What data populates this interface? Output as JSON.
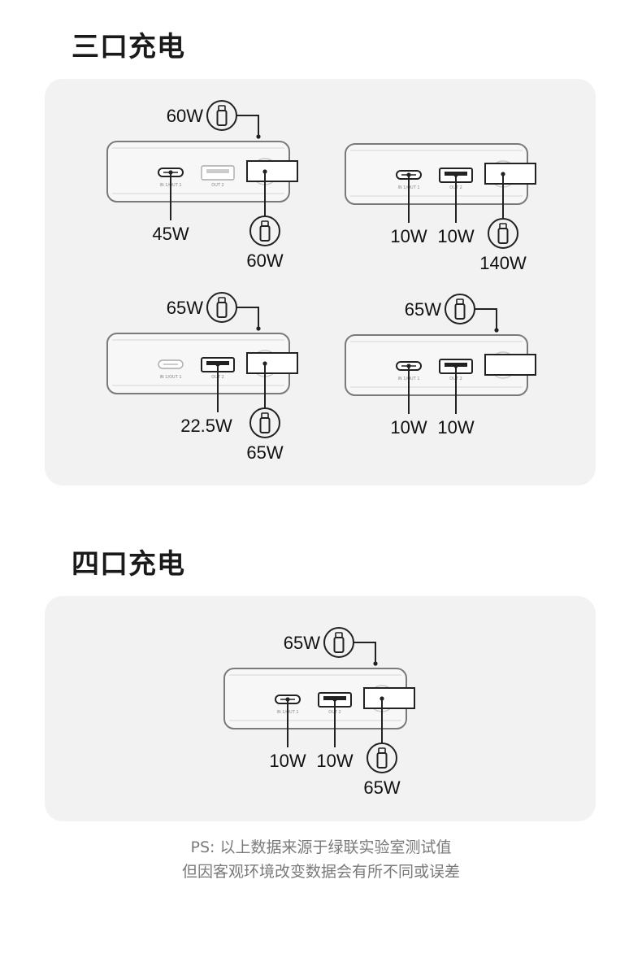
{
  "sections": {
    "three_port_title": "三口充电",
    "four_port_title": "四口充电"
  },
  "port_labels": {
    "usb_c": "IN 1/OUT 1",
    "usb_a": "OUT 2"
  },
  "three_port": [
    {
      "cable": "60W",
      "usb_c": "45W",
      "usb_a": "",
      "side": "60W"
    },
    {
      "cable": "",
      "usb_c": "10W",
      "usb_a": "10W",
      "side": "140W"
    },
    {
      "cable": "65W",
      "usb_c": "",
      "usb_a": "22.5W",
      "side": "65W"
    },
    {
      "cable": "65W",
      "usb_c": "10W",
      "usb_a": "10W",
      "side": ""
    }
  ],
  "four_port": [
    {
      "cable": "65W",
      "usb_c": "10W",
      "usb_a": "10W",
      "side": "65W"
    }
  ],
  "footnote": {
    "line1": "PS: 以上数据来源于绿联实验室测试值",
    "line2": "但因客观环境改变数据会有所不同或误差"
  },
  "colors": {
    "panel_bg": "#f2f2f2",
    "stroke": "#222222",
    "device_stroke": "#7a7a7a",
    "note_text": "#7a7a7a"
  }
}
